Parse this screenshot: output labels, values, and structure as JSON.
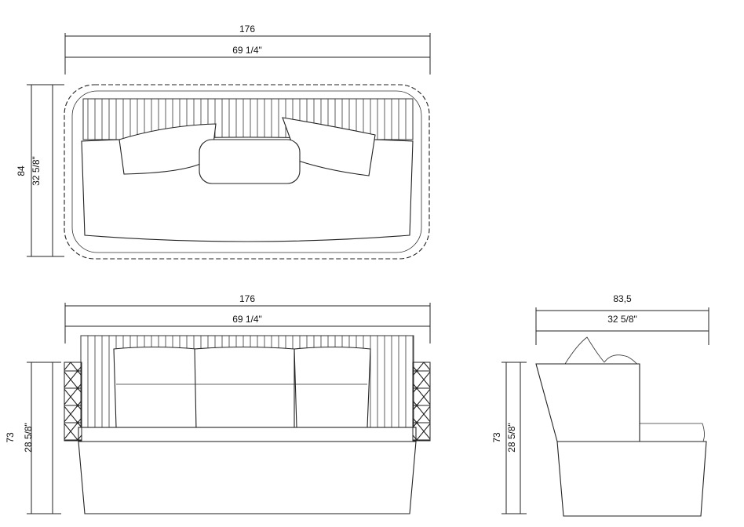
{
  "top_view": {
    "width_cm": "176",
    "width_in": "69 1/4\"",
    "depth_cm": "84",
    "depth_in": "32 5/8\""
  },
  "front_view": {
    "width_cm": "176",
    "width_in": "69 1/4\"",
    "height_cm": "73",
    "height_in": "28 5/8\""
  },
  "side_view": {
    "depth_cm": "83,5",
    "depth_in": "32 5/8\"",
    "height_cm": "73",
    "height_in": "28 5/8\""
  },
  "colors": {
    "line": "#222222",
    "background": "#ffffff"
  }
}
